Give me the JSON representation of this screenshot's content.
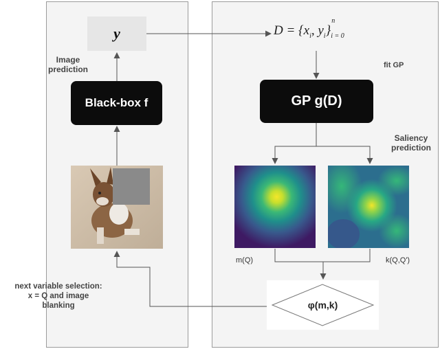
{
  "left_panel": {
    "output_label": "y",
    "image_prediction_label": [
      "Image",
      "prediction"
    ],
    "blackbox_label": "Black-box f",
    "next_variable_label": [
      "next variable selection:",
      "x = Q and image",
      "blanking"
    ]
  },
  "right_panel": {
    "dataset_equation": "D = {x_i, y_i}^n_{i=0}",
    "fit_gp_label": "fit GP",
    "gp_box_label": "GP g(D)",
    "saliency_label": [
      "Saliency",
      "prediction"
    ],
    "mean_map_label": "m(Q)",
    "kernel_map_label": "k(Q,Q')",
    "acquisition_label": "φ(m,k)"
  },
  "colors": {
    "panel_bg": "#f4f4f4",
    "panel_border": "#9a9a9a",
    "black_box": "#0c0c0c",
    "arrow": "#555555",
    "viridis_low": "#3a0f55",
    "viridis_high": "#f2e629"
  }
}
